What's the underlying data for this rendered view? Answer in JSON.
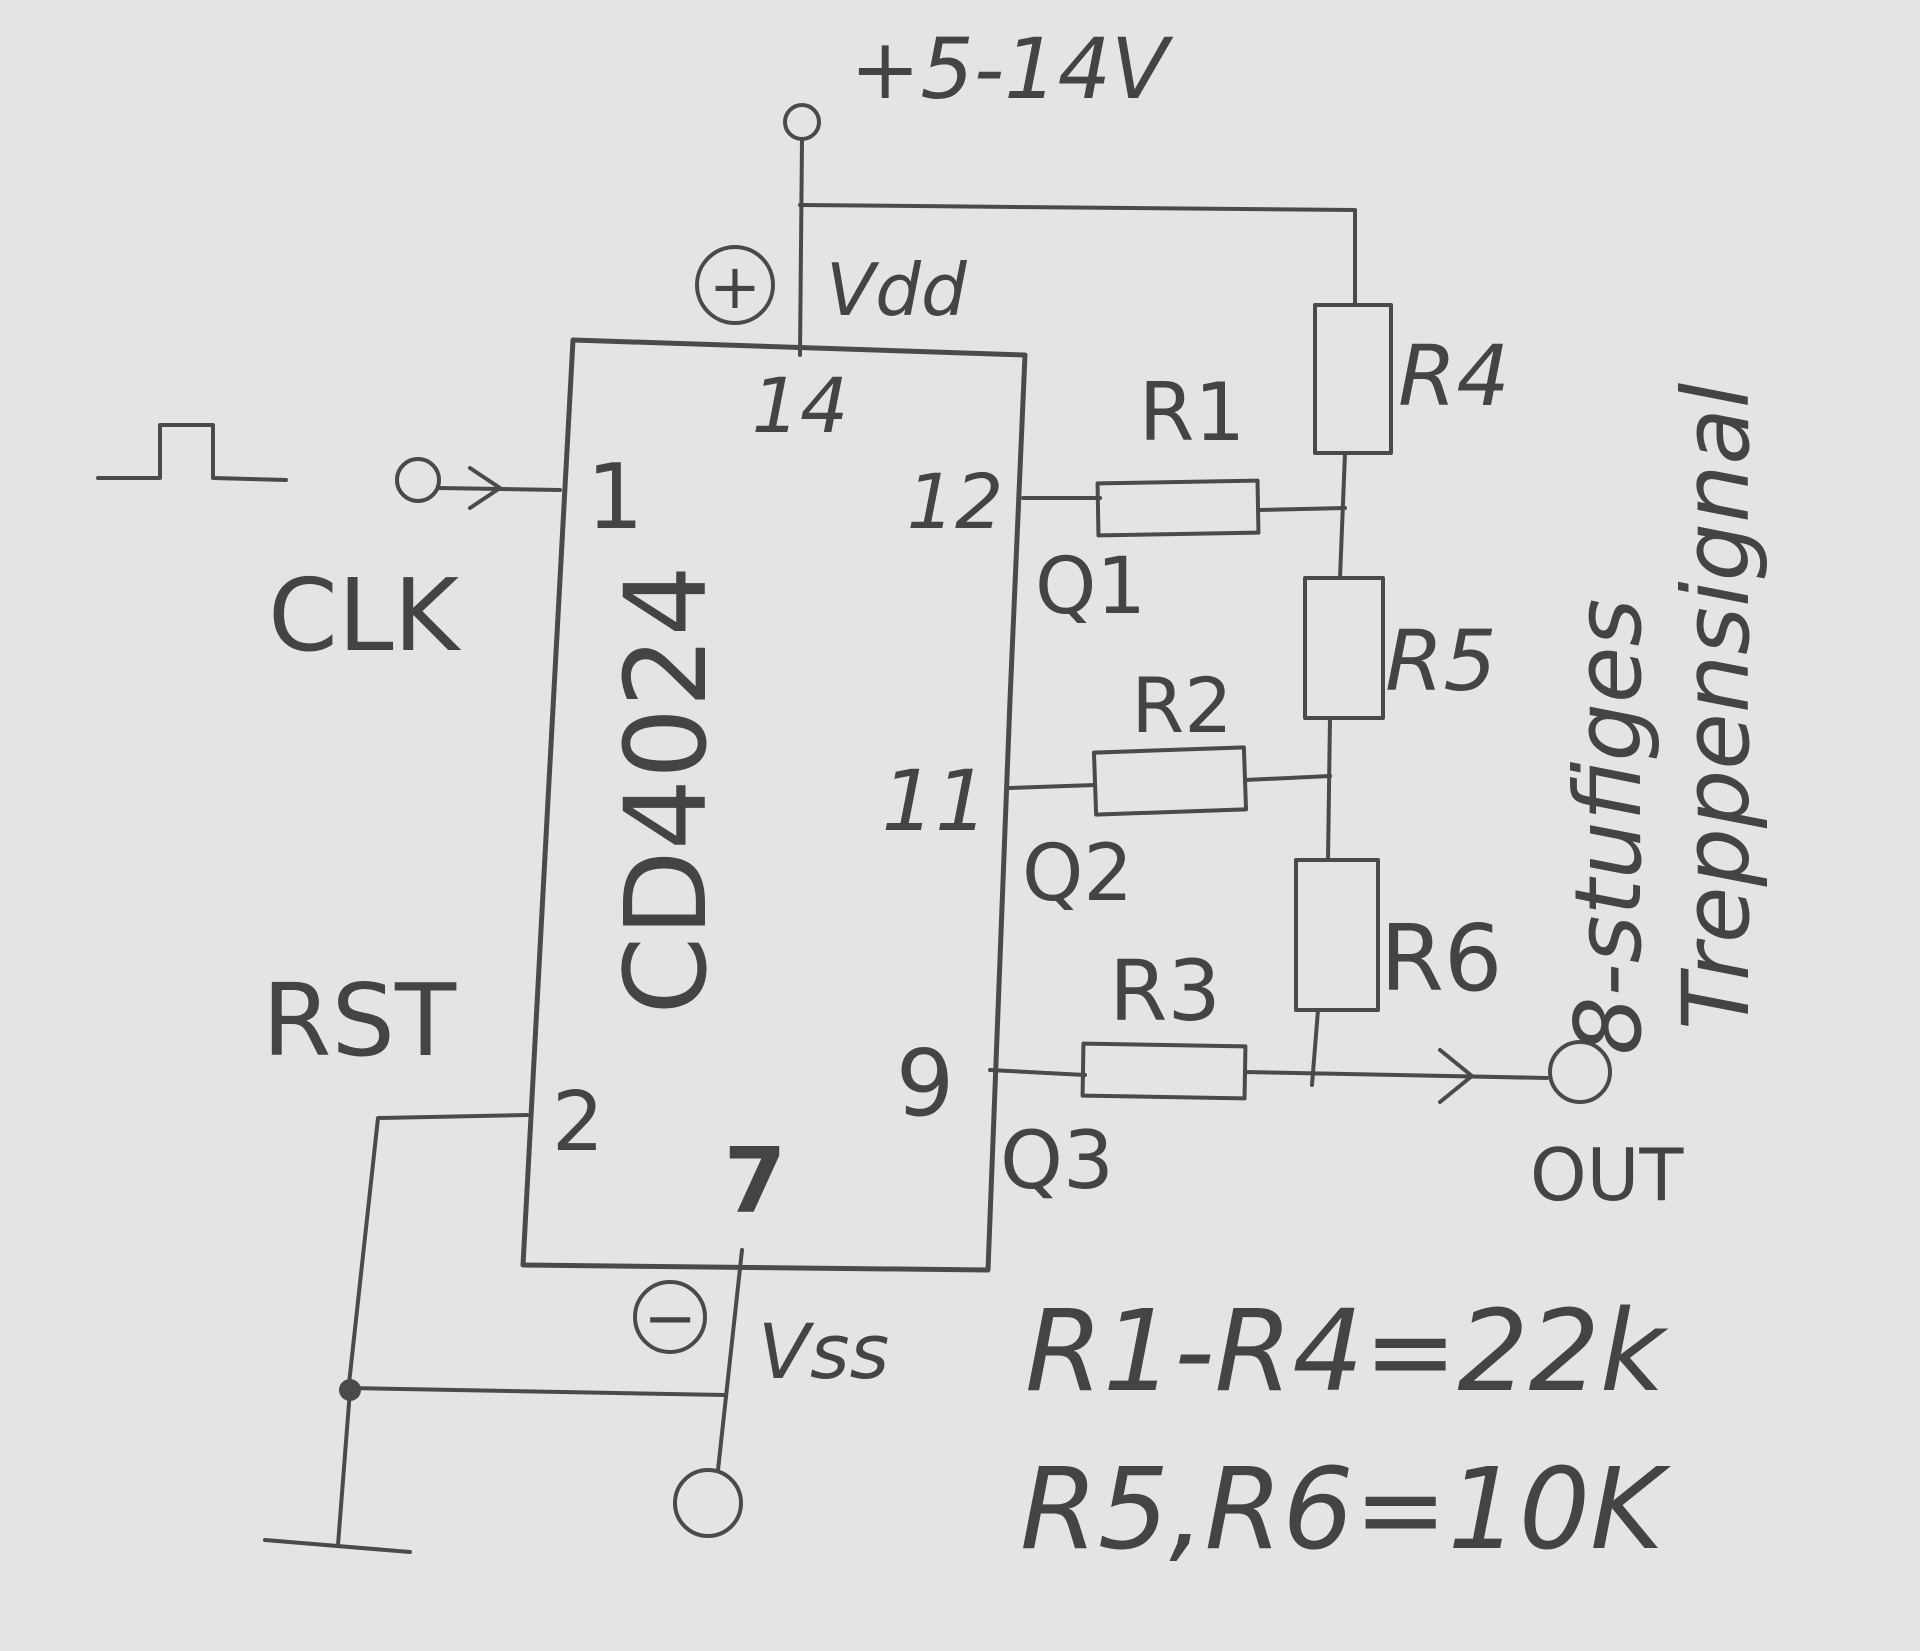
{
  "supply": {
    "voltage": "+5-14V",
    "positive_symbol": "+",
    "vdd_label": "Vdd",
    "negative_symbol": "−",
    "vss_label": "Vss"
  },
  "ic": {
    "name": "CD4024",
    "pins": {
      "vdd": "14",
      "clk": "1",
      "rst": "2",
      "vss": "7",
      "q1": "12",
      "q2": "11",
      "q3": "9"
    }
  },
  "signals": {
    "clk": "CLK",
    "rst": "RST",
    "q1": "Q1",
    "q2": "Q2",
    "q3": "Q3",
    "out": "OUT"
  },
  "resistors": {
    "r1": "R1",
    "r2": "R2",
    "r3": "R3",
    "r4": "R4",
    "r5": "R5",
    "r6": "R6"
  },
  "values": {
    "line1": "R1-R4=22k",
    "line2": "R5,R6=10K"
  },
  "note": {
    "line1": "8-stufiges",
    "line2": "Treppensignal"
  },
  "colors": {
    "ink": "#444444",
    "paper": "#e3e3e3"
  }
}
